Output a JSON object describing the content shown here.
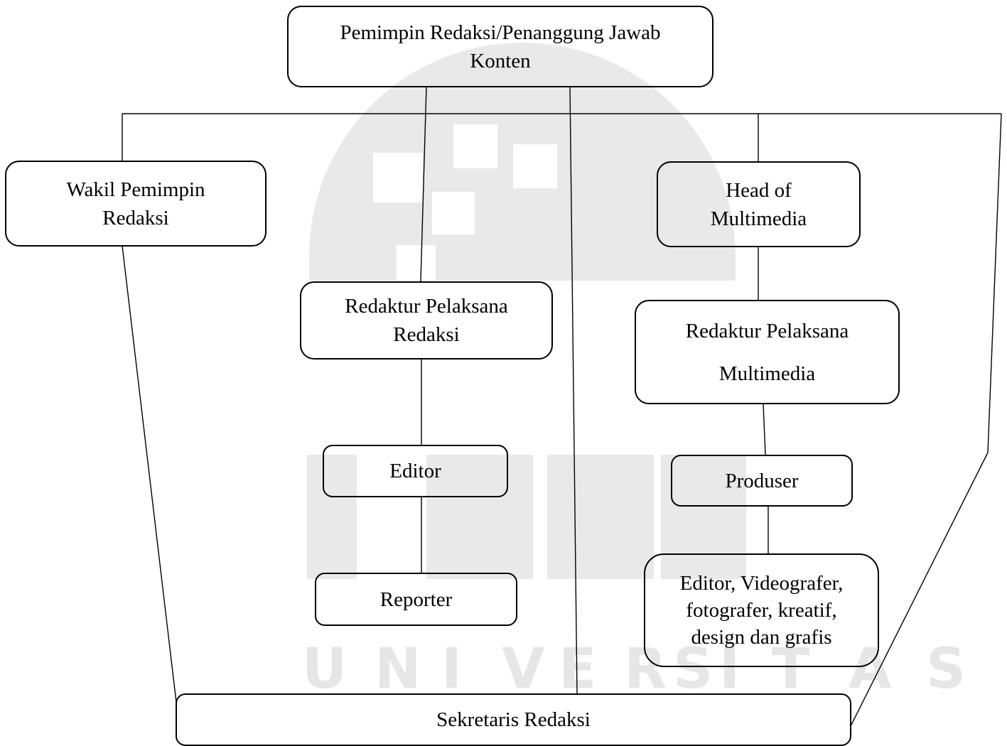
{
  "watermark": {
    "letters": [
      "U",
      "N",
      "I",
      "V",
      "E",
      "R",
      "S",
      "I",
      "T",
      "A",
      "S"
    ],
    "color": "#e6e6e6"
  },
  "nodes": {
    "pemimpin_redaksi": [
      "Pemimpin Redaksi/Penanggung Jawab",
      "Konten"
    ],
    "wakil_pemimpin_redaksi": [
      "Wakil Pemimpin",
      "Redaksi"
    ],
    "head_of_multimedia": [
      "Head of",
      "Multimedia"
    ],
    "redaktur_pelaksana_redaksi": [
      "Redaktur Pelaksana",
      "Redaksi"
    ],
    "redaktur_pelaksana_multimedia": [
      "Redaktur Pelaksana",
      "Multimedia"
    ],
    "editor": [
      "Editor"
    ],
    "produser": [
      "Produser"
    ],
    "reporter": [
      "Reporter"
    ],
    "tim_multimedia": [
      "Editor, Videografer,",
      "fotografer, kreatif,",
      "design dan grafis"
    ],
    "sekretaris_redaksi": [
      "Sekretaris Redaksi"
    ]
  },
  "colors": {
    "line": "#000000",
    "watermark": "#e6e6e6"
  }
}
